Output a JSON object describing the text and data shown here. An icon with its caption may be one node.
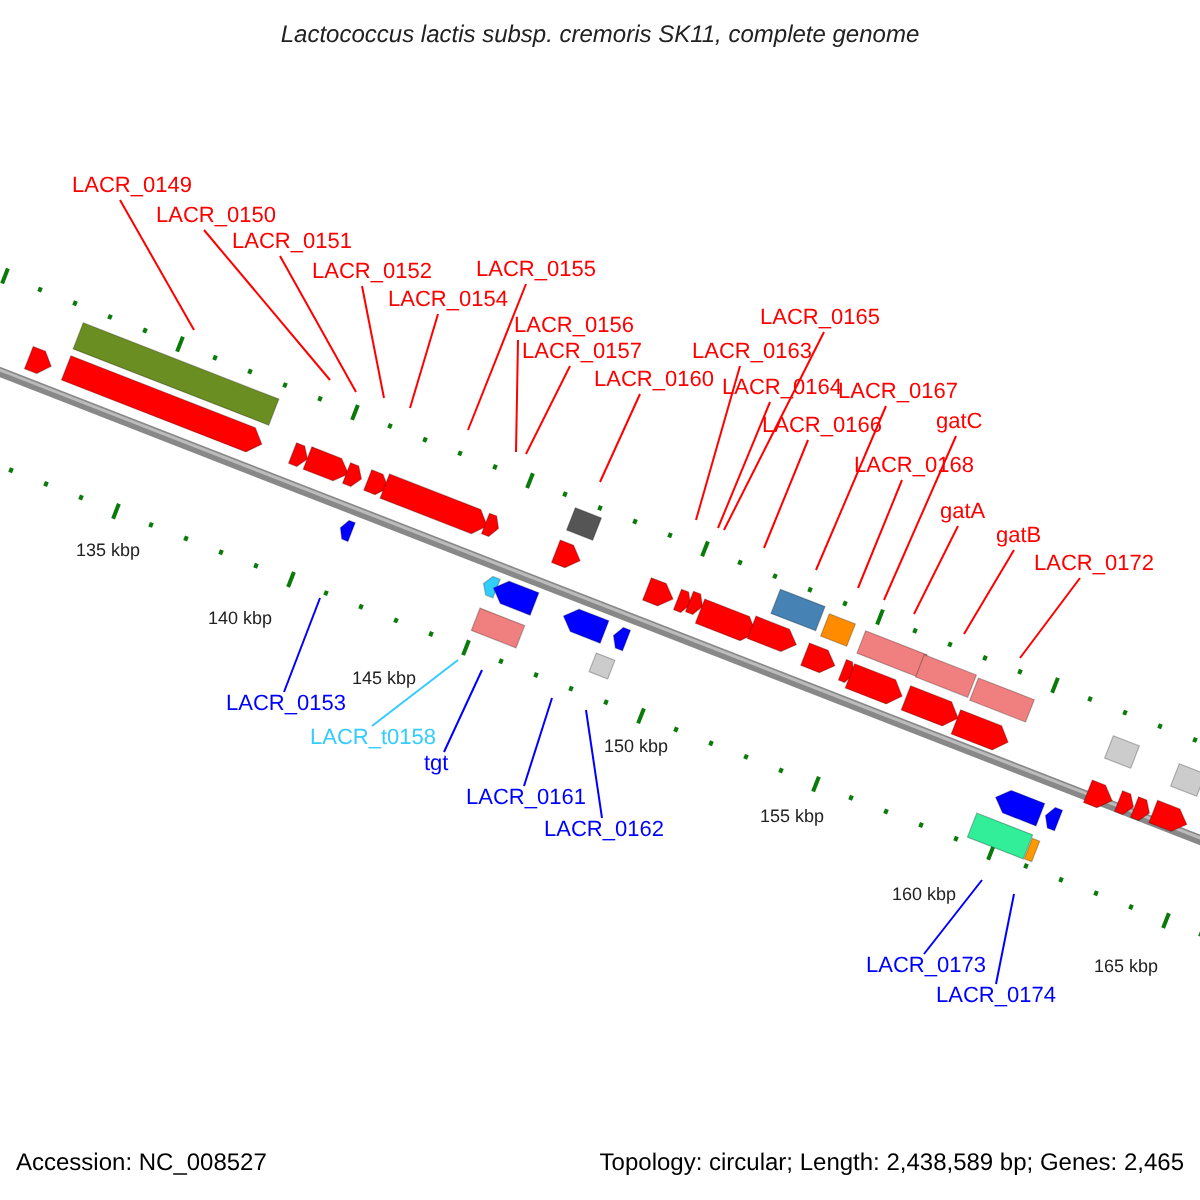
{
  "diagram": {
    "title": "Lactococcus lactis subsp. cremoris SK11, complete genome",
    "nodes": [
      {
        "text": [
          "LACR_0149"
        ]
      },
      {
        "text": [
          "LACR_0150"
        ]
      },
      {
        "text": [
          "LACR_0151"
        ]
      },
      {
        "text": [
          "LACR_0152"
        ]
      },
      {
        "text": [
          "LACR_0154"
        ]
      },
      {
        "text": [
          "LACR_0155"
        ]
      },
      {
        "text": [
          "LACR_0156"
        ]
      },
      {
        "text": [
          "LACR_0157"
        ]
      },
      {
        "text": [
          "LACR_0160"
        ]
      },
      {
        "text": [
          "LACR_0163"
        ]
      },
      {
        "text": [
          "LACR_0164"
        ]
      },
      {
        "text": [
          "LACR_0165"
        ]
      },
      {
        "text": [
          "LACR_0166"
        ]
      },
      {
        "text": [
          "LACR_0167"
        ]
      },
      {
        "text": [
          "gatC"
        ]
      },
      {
        "text": [
          "LACR_0168"
        ]
      },
      {
        "text": [
          "gatA"
        ]
      },
      {
        "text": [
          "gatB"
        ]
      },
      {
        "text": [
          "LACR_0172"
        ]
      },
      {
        "text": [
          "LACR_0153"
        ]
      },
      {
        "text": [
          "LACR_t0158"
        ]
      },
      {
        "text": [
          "tgt"
        ]
      },
      {
        "text": [
          "LACR_0161"
        ]
      },
      {
        "text": [
          "LACR_0162"
        ]
      },
      {
        "text": [
          "LACR_0173"
        ]
      },
      {
        "text": [
          "LACR_0174"
        ]
      }
    ],
    "edges": [
      {
        "from": 0,
        "to": null,
        "arrow": "none"
      },
      {
        "from": 1,
        "to": null,
        "arrow": "none"
      },
      {
        "from": 2,
        "to": null,
        "arrow": "none"
      },
      {
        "from": 3,
        "to": null,
        "arrow": "none"
      },
      {
        "from": 4,
        "to": null,
        "arrow": "none"
      },
      {
        "from": 5,
        "to": null,
        "arrow": "none"
      },
      {
        "from": 6,
        "to": null,
        "arrow": "none"
      },
      {
        "from": 7,
        "to": null,
        "arrow": "none"
      },
      {
        "from": 8,
        "to": null,
        "arrow": "none"
      },
      {
        "from": 9,
        "to": null,
        "arrow": "none"
      },
      {
        "from": 10,
        "to": null,
        "arrow": "none"
      },
      {
        "from": 11,
        "to": null,
        "arrow": "none"
      },
      {
        "from": 12,
        "to": null,
        "arrow": "none"
      },
      {
        "from": 13,
        "to": null,
        "arrow": "none"
      },
      {
        "from": 14,
        "to": null,
        "arrow": "none"
      },
      {
        "from": 15,
        "to": null,
        "arrow": "none"
      },
      {
        "from": 16,
        "to": null,
        "arrow": "none"
      },
      {
        "from": 17,
        "to": null,
        "arrow": "none"
      },
      {
        "from": 18,
        "to": null,
        "arrow": "none"
      },
      {
        "from": 19,
        "to": null,
        "arrow": "none",
        "color": "#0000ff"
      },
      {
        "from": 20,
        "to": null,
        "arrow": "none",
        "color": "#33ccff"
      },
      {
        "from": 21,
        "to": null,
        "arrow": "none",
        "color": "#0000ff"
      },
      {
        "from": 22,
        "to": null,
        "arrow": "none",
        "color": "#0000ff"
      },
      {
        "from": 23,
        "to": null,
        "arrow": "none",
        "color": "#0000ff"
      },
      {
        "from": 24,
        "to": null,
        "arrow": "none",
        "color": "#0000ff"
      },
      {
        "from": 25,
        "to": null,
        "arrow": "none",
        "color": "#0000ff"
      }
    ],
    "labels": [
      "135 kbp",
      "140 kbp",
      "145 kbp",
      "150 kbp",
      "155 kbp",
      "160 kbp",
      "165 kbp",
      "Accession: NC_008527",
      "Topology: circular; Length: 2,438,589 bp; Genes: 2,465"
    ]
  }
}
